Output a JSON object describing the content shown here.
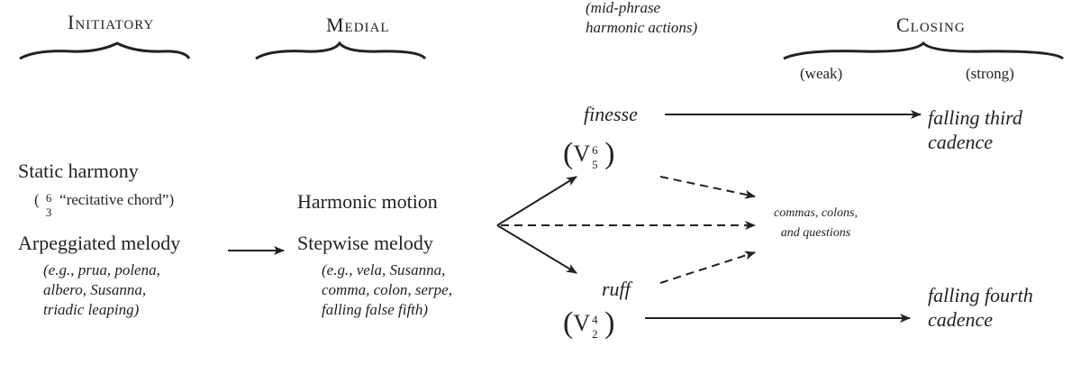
{
  "headers": {
    "initiatory": "Initiatory",
    "medial": "Medial",
    "closing": "Closing",
    "mid_phrase": [
      "(mid-phrase",
      "harmonic actions)"
    ],
    "weak": "(weak)",
    "strong": "(strong)"
  },
  "initiatory": {
    "line1": "Static harmony",
    "chord_fig_top": "6",
    "chord_fig_bottom": "3",
    "chord_open": "(",
    "chord_label": "“recitative chord”)",
    "line2": "Arpeggiated melody",
    "examples": [
      "(e.g., prua, polena,",
      "albero, Susanna,",
      "triadic leaping)"
    ]
  },
  "medial": {
    "line1": "Harmonic motion",
    "line2": "Stepwise melody",
    "examples": [
      "(e.g., vela, Susanna,",
      "comma, colon, serpe,",
      "falling false fifth)"
    ]
  },
  "finesse": {
    "label": "finesse",
    "chord": "V",
    "fig_top": "6",
    "fig_bottom": "5"
  },
  "ruff": {
    "label": "ruff",
    "chord": "V",
    "fig_top": "4",
    "fig_bottom": "2"
  },
  "commas": [
    "commas, colons,",
    "and questions"
  ],
  "falling_third": [
    "falling third",
    "cadence"
  ],
  "falling_fourth": [
    "falling fourth",
    "cadence"
  ]
}
